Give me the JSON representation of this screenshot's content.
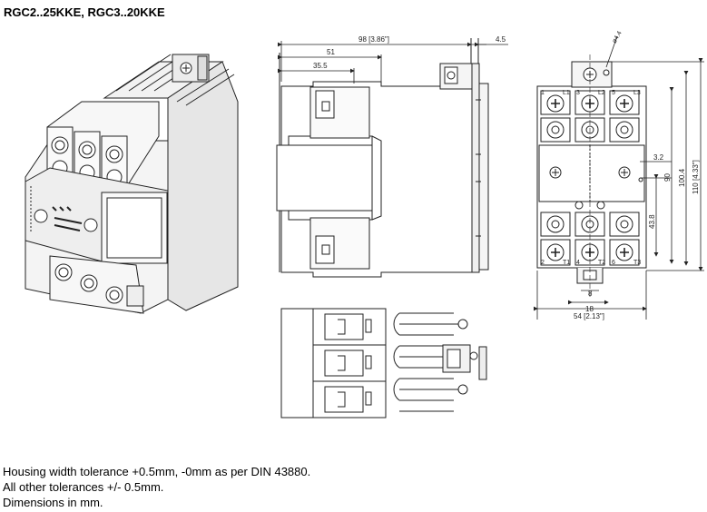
{
  "title": "RGC2..25KKE, RGC3..20KKE",
  "notes": [
    "Housing width tolerance +0.5mm, -0mm as per DIN 43880.",
    "All other tolerances +/- 0.5mm.",
    "Dimensions in mm."
  ],
  "side_view": {
    "dim_total": "98 [3.86\"]",
    "dim_51": "51",
    "dim_35_5": "35.5",
    "dim_4_5": "4.5"
  },
  "front_view": {
    "dim_hole": "ø4.4",
    "dim_3_2": "3.2",
    "dim_90": "90",
    "dim_100_4": "100.4",
    "dim_110": "110 [4.33\"]",
    "dim_43_8": "43.8",
    "dim_8": "8",
    "dim_18": "18",
    "dim_54": "54 [2.13\"]",
    "top_terminals": [
      "1",
      "L1",
      "3",
      "L2",
      "5",
      "L3"
    ],
    "bottom_terminals": [
      "2",
      "T1",
      "4",
      "T2",
      "6",
      "T3"
    ]
  }
}
